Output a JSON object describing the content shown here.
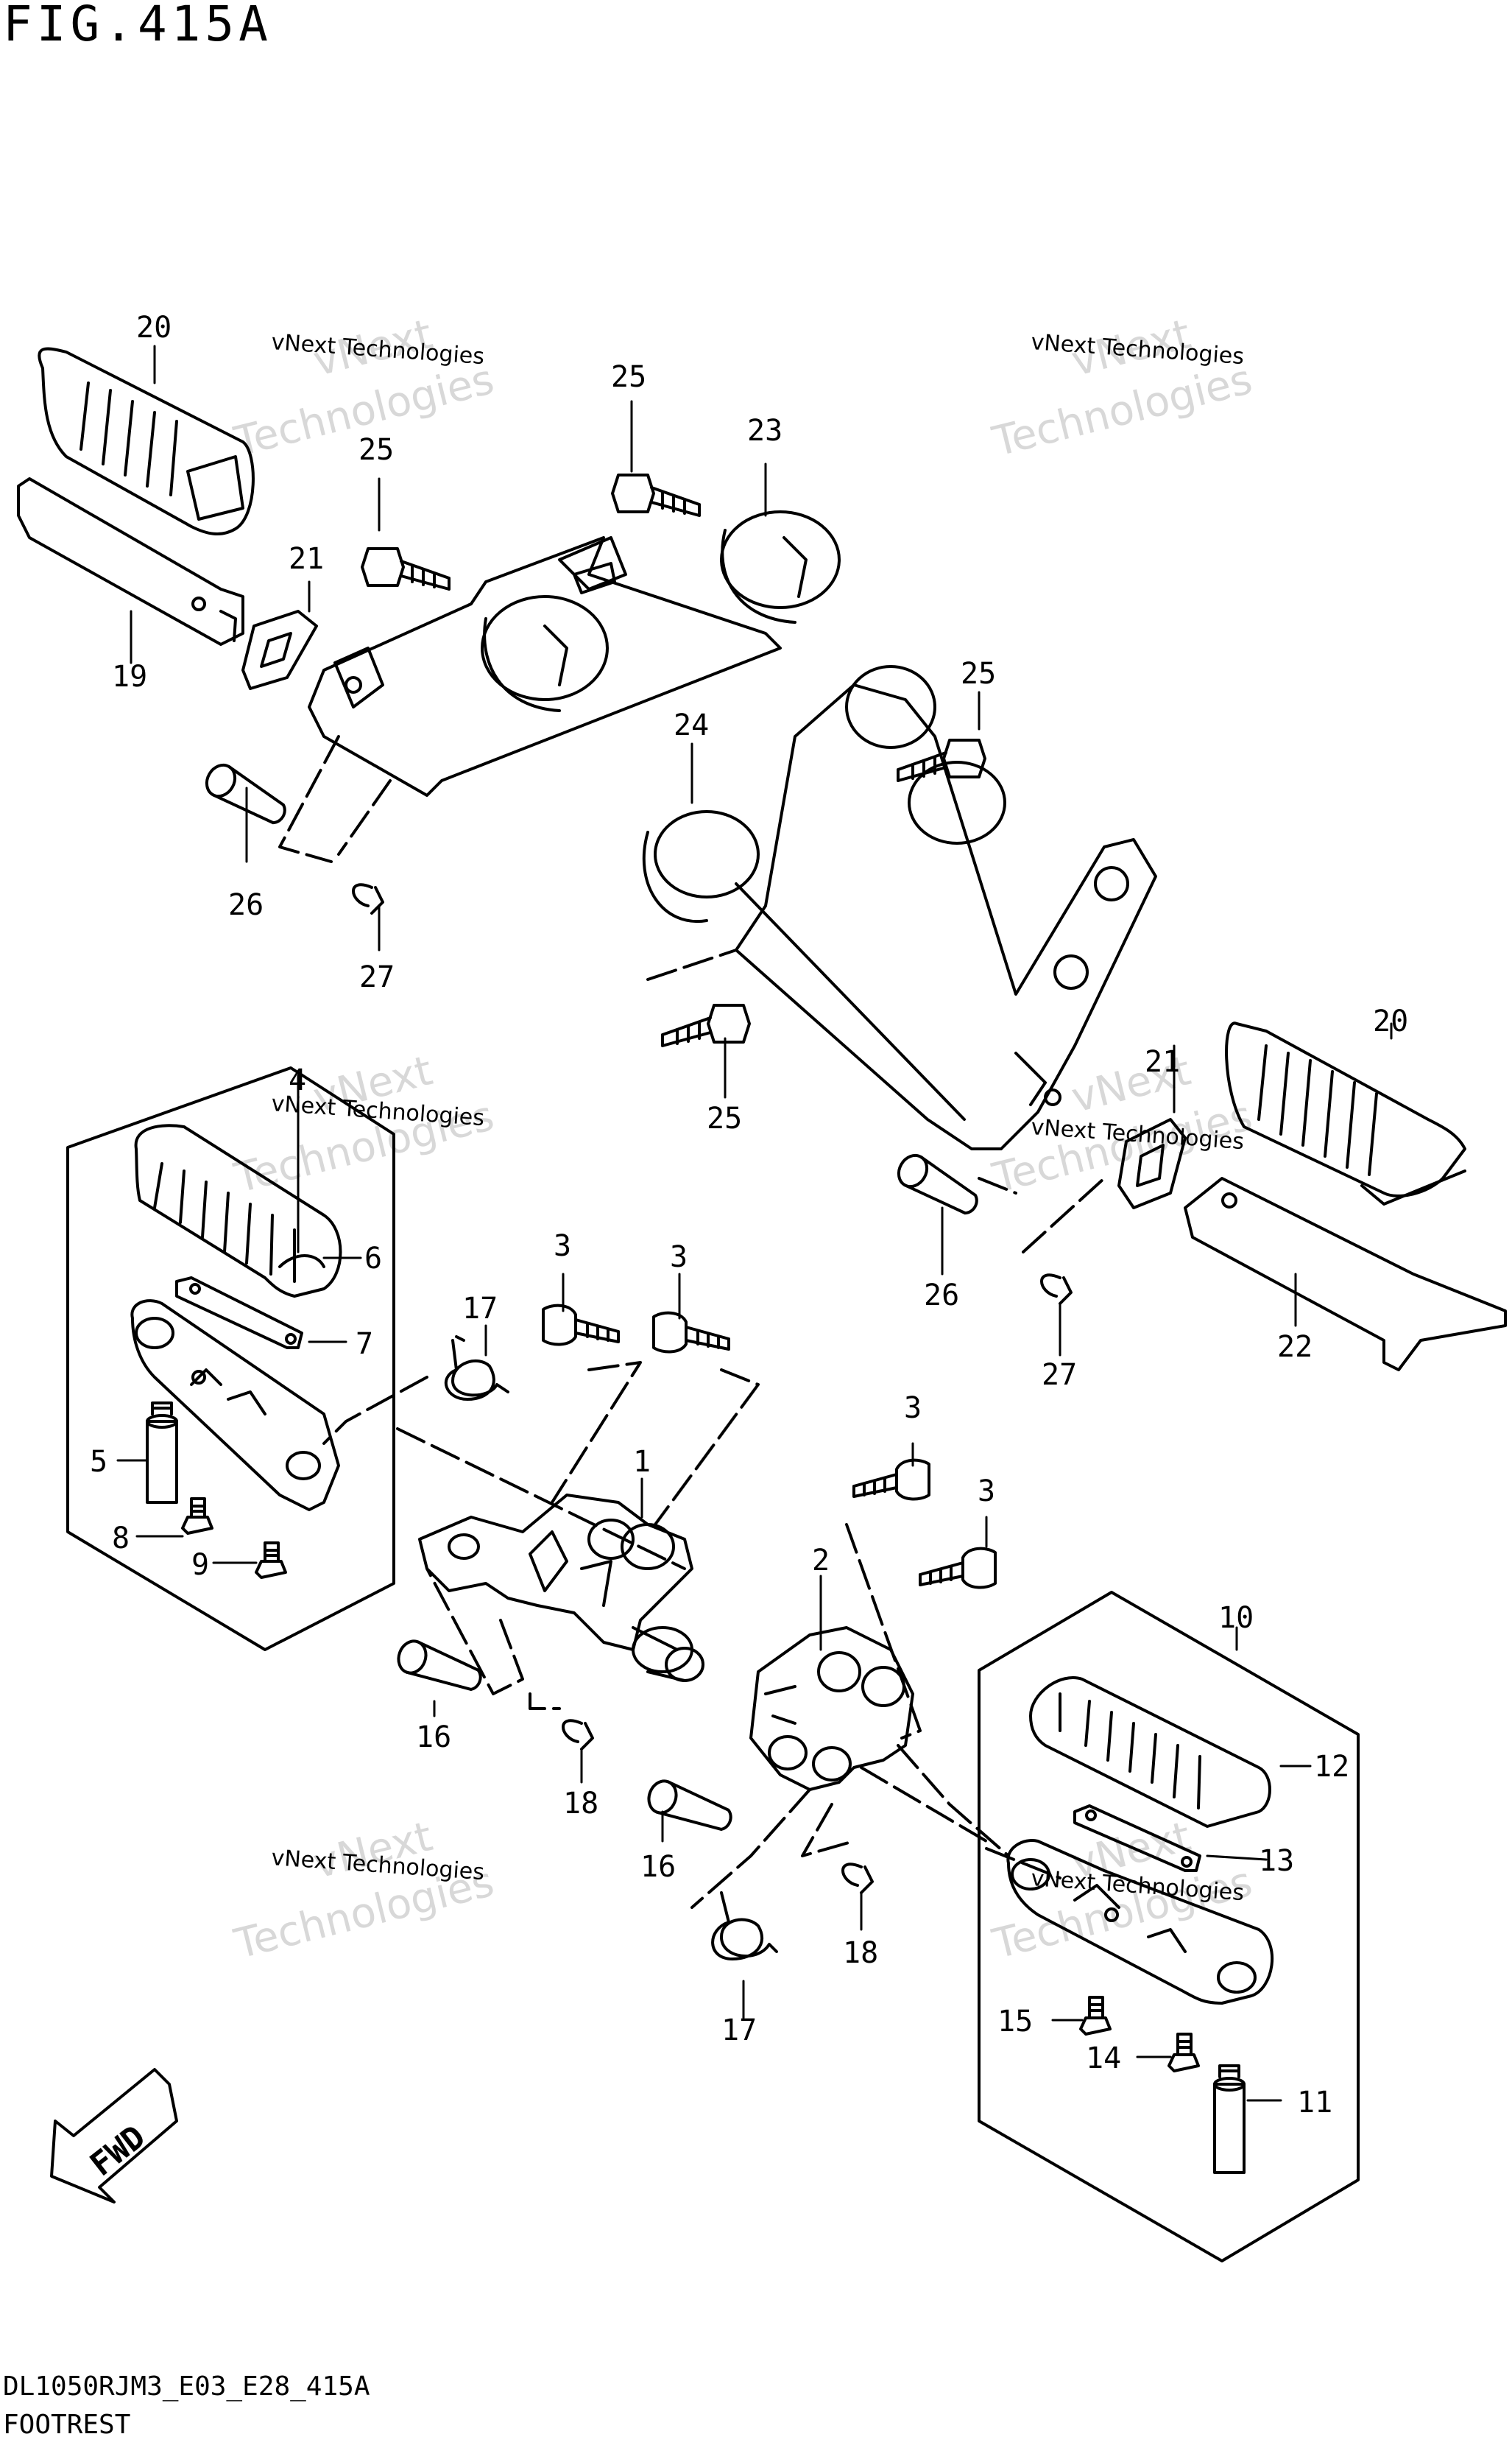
{
  "figure": {
    "title": "FIG.415A",
    "code": "DL1050RJM3_E03_E28_415A",
    "name": "FOOTREST"
  },
  "watermark": {
    "line1": "vNext",
    "line2": "vNext Technologies",
    "line3": "Technologies"
  },
  "fwd_label": "FWD",
  "callouts": [
    "1",
    "2",
    "3",
    "4",
    "5",
    "6",
    "7",
    "8",
    "9",
    "10",
    "11",
    "12",
    "13",
    "14",
    "15",
    "16",
    "17",
    "18",
    "19",
    "20",
    "21",
    "22",
    "23",
    "24",
    "25",
    "26",
    "27"
  ]
}
